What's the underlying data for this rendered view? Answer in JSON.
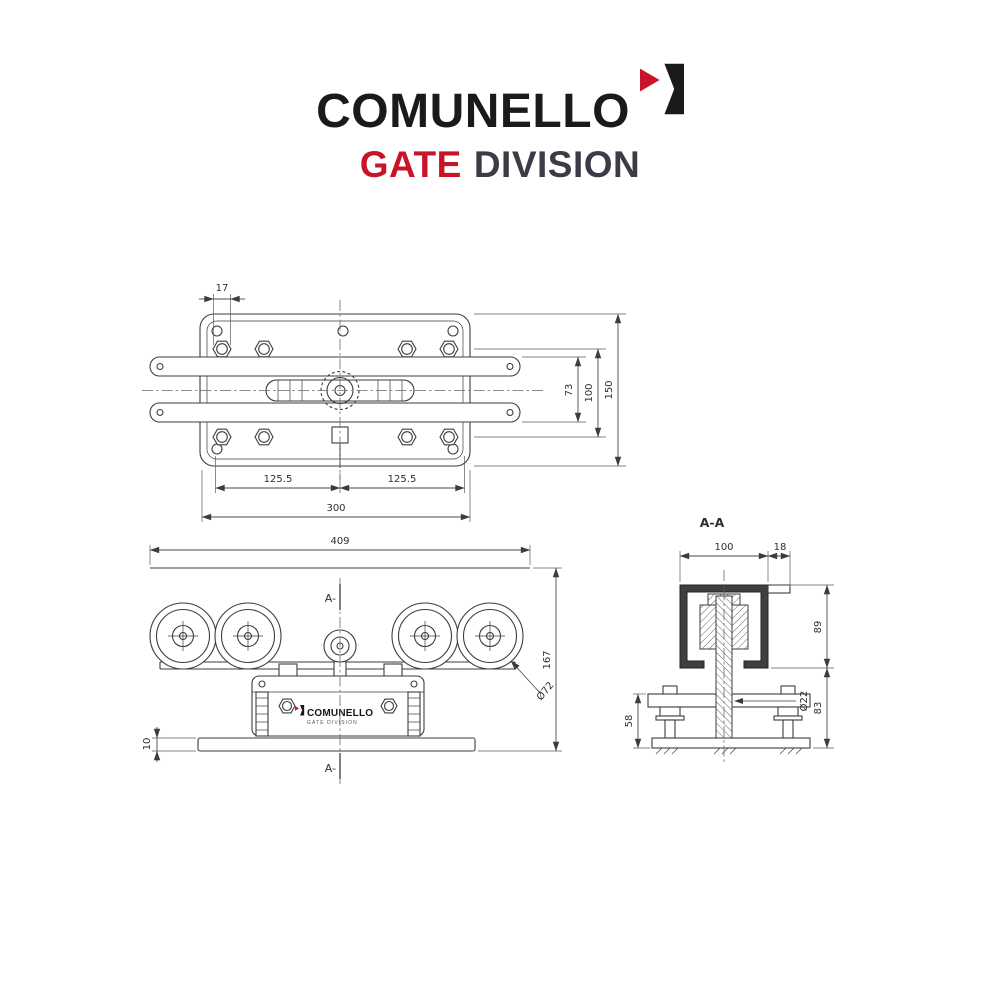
{
  "logo": {
    "brand": "COMUNELLO",
    "division_primary": "GATE",
    "division_secondary": "DIVISION"
  },
  "top_view": {
    "dims": {
      "d17": "17",
      "d73": "73",
      "d100": "100",
      "d150": "150",
      "left_half": "125.5",
      "right_half": "125.5",
      "total": "300"
    }
  },
  "front_view": {
    "dims": {
      "total_width": "409",
      "total_height": "167",
      "wheel_diameter": "Ø72",
      "plate_thickness": "10"
    },
    "section_marker_top": "A-",
    "section_marker_bottom": "A-",
    "bracket_brand": "COMUNELLO",
    "bracket_brand_sub": "GATE DIVISION"
  },
  "section_view": {
    "title": "A-A",
    "dims": {
      "channel_width": "100",
      "flange_width": "18",
      "channel_height": "89",
      "base_height": "83",
      "shaft_diameter": "Ø22",
      "bolt_stack_height": "58"
    }
  },
  "colors": {
    "brand_red": "#c81428",
    "brand_black": "#1a1a1a",
    "division_gray": "#3c3c46",
    "line": "#3d3d3d"
  }
}
